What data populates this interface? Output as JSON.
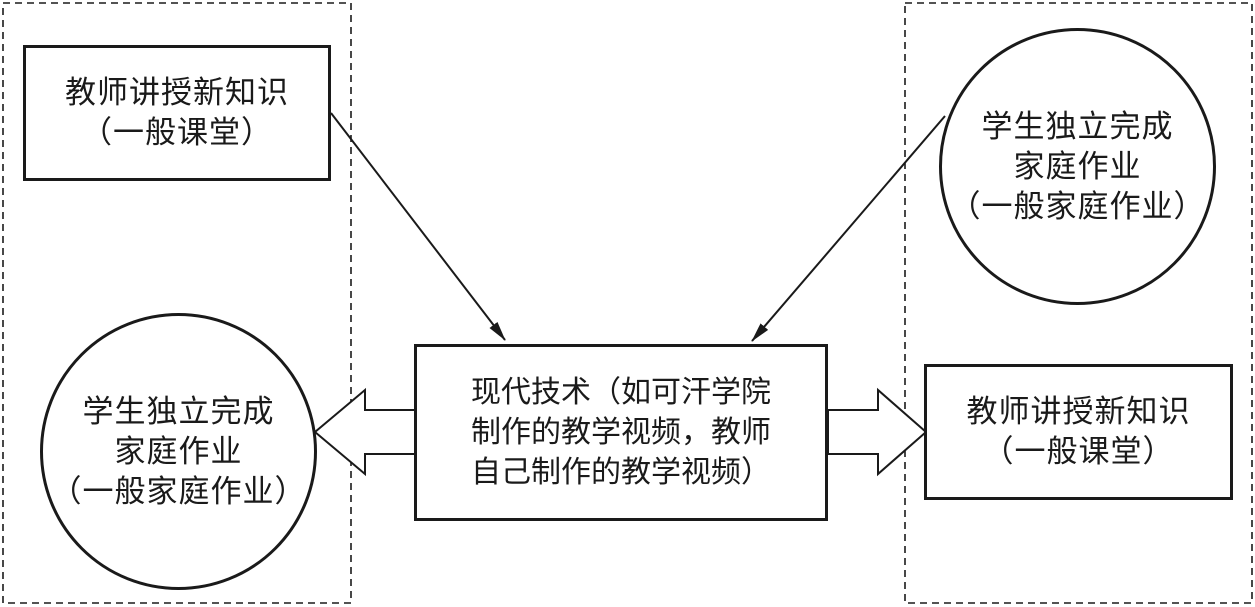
{
  "colors": {
    "ink": "#1a1a1a",
    "background": "#ffffff"
  },
  "left_panel": {
    "teacher_box": {
      "lines": [
        "教师讲授新知识",
        "（一般课堂）"
      ]
    },
    "student_circle": {
      "lines": [
        "学生独立完成",
        "家庭作业",
        "（一般家庭作业）"
      ]
    }
  },
  "center": {
    "lines": [
      "现代技术（如可汗学院",
      "制作的教学视频，教师",
      "自己制作的教学视频）"
    ]
  },
  "right_panel": {
    "student_circle": {
      "lines": [
        "学生独立完成",
        "家庭作业",
        "（一般家庭作业）"
      ]
    },
    "teacher_box": {
      "lines": [
        "教师讲授新知识",
        "（一般课堂）"
      ]
    }
  }
}
